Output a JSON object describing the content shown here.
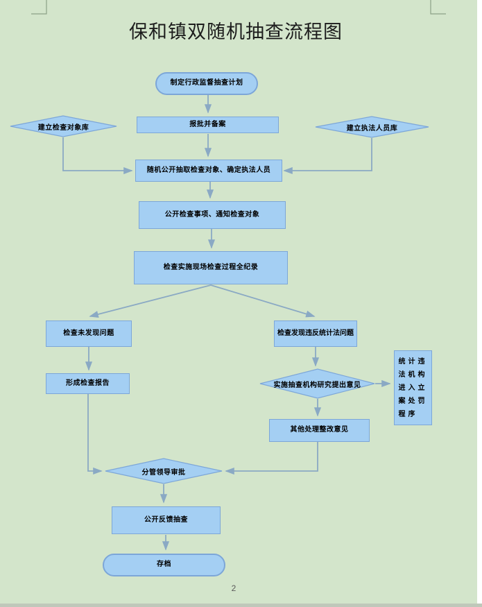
{
  "document": {
    "title": "保和镇双随机抽查流程图",
    "page_number": "2"
  },
  "colors": {
    "page_bg": "#d3e5cb",
    "node_fill": "#a4cff3",
    "node_border": "#7ca6d8",
    "connector": "#8aa9c4",
    "cropmark": "#8ca186"
  },
  "nodes": {
    "start": "制定行政监督抽查计划",
    "report_record": "报批并备案",
    "object_db": "建立检查对象库",
    "enforcer_db": "建立执法人员库",
    "random_select": "随机公开抽取检查对象、确定执法人员",
    "publicize_notify": "公开检查事项、通知检查对象",
    "onsite_record": "检查实施现场检查过程全纪录",
    "no_problem": "检查未发现问题",
    "found_problem": "检查发现违反统计法问题",
    "form_report": "形成检查报告",
    "agency_opinion": "实施抽查机构研究提出意见",
    "case_procedure": "统计违法机构进入立案处罚程序",
    "other_rectify": "其他处理整改意见",
    "leader_approve": "分管领导审批",
    "feedback": "公开反馈抽查",
    "archive": "存档"
  }
}
